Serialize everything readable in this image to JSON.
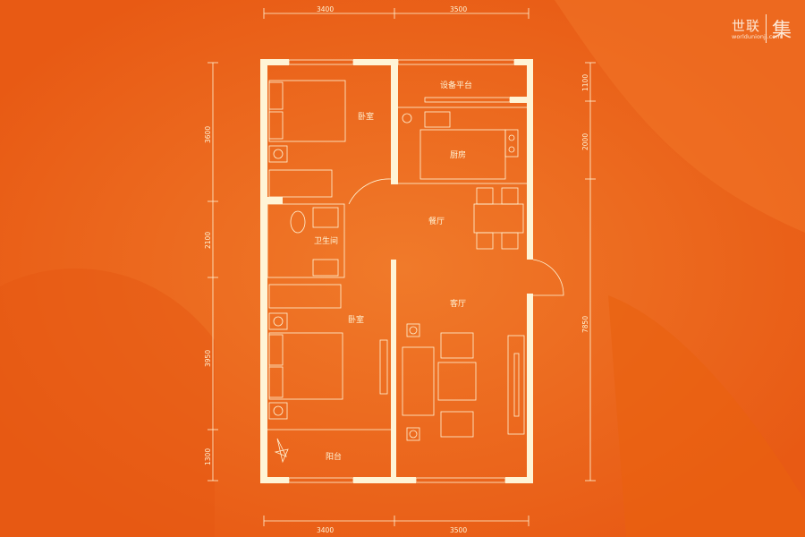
{
  "logo": {
    "brand": "世联",
    "url": "worldunionji.com",
    "mark": "集"
  },
  "dimensions": {
    "top": [
      "3400",
      "3500"
    ],
    "bottom": [
      "3400",
      "3500"
    ],
    "left": [
      "3600",
      "2100",
      "3950",
      "1300"
    ],
    "right": [
      "1100",
      "2000",
      "7850"
    ]
  },
  "rooms": {
    "bedroom_1": "卧室",
    "equipment_platform": "设备平台",
    "kitchen": "厨房",
    "dining": "餐厅",
    "bathroom": "卫生间",
    "living": "客厅",
    "bedroom_2": "卧室",
    "balcony": "阳台"
  },
  "colors": {
    "background": "#ec6419",
    "line": "#fff4d6"
  }
}
